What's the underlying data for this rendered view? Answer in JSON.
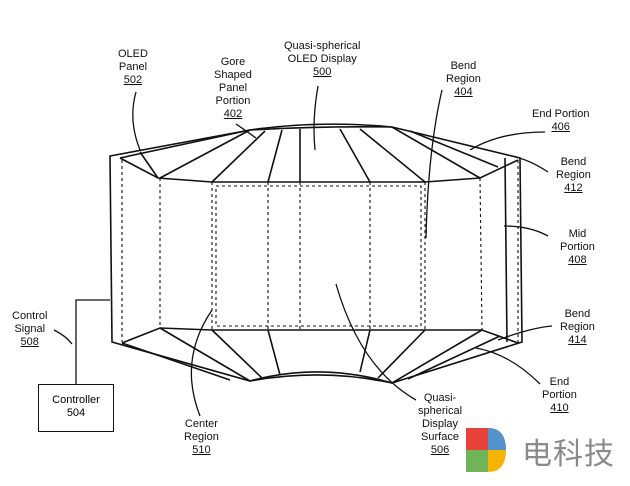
{
  "labels": {
    "oled_panel": {
      "text": "OLED\nPanel",
      "num": "502"
    },
    "gore_panel": {
      "text": "Gore\nShaped\nPanel\nPortion",
      "num": "402"
    },
    "display": {
      "text": "Quasi-spherical\nOLED Display",
      "num": "500"
    },
    "bend_top": {
      "text": "Bend\nRegion",
      "num": "404"
    },
    "end_top": {
      "text": "End Portion",
      "num": "406"
    },
    "bend_right_upper": {
      "text": "Bend\nRegion",
      "num": "412"
    },
    "mid": {
      "text": "Mid\nPortion",
      "num": "408"
    },
    "bend_right_lower": {
      "text": "Bend\nRegion",
      "num": "414"
    },
    "end_bottom": {
      "text": "End\nPortion",
      "num": "410"
    },
    "surface": {
      "text": "Quasi-\nspherical\nDisplay\nSurface",
      "num": "506"
    },
    "center": {
      "text": "Center\nRegion",
      "num": "510"
    },
    "control": {
      "text": "Control\nSignal",
      "num": "508"
    }
  },
  "controller": {
    "text": "Controller",
    "num": "504"
  },
  "watermark": {
    "text": "电科技"
  },
  "colors": {
    "line": "#111111",
    "logo_red": "#e8433a",
    "logo_yellow": "#f5b400",
    "logo_blue": "#3aa0e8",
    "logo_green": "#36b37e"
  }
}
